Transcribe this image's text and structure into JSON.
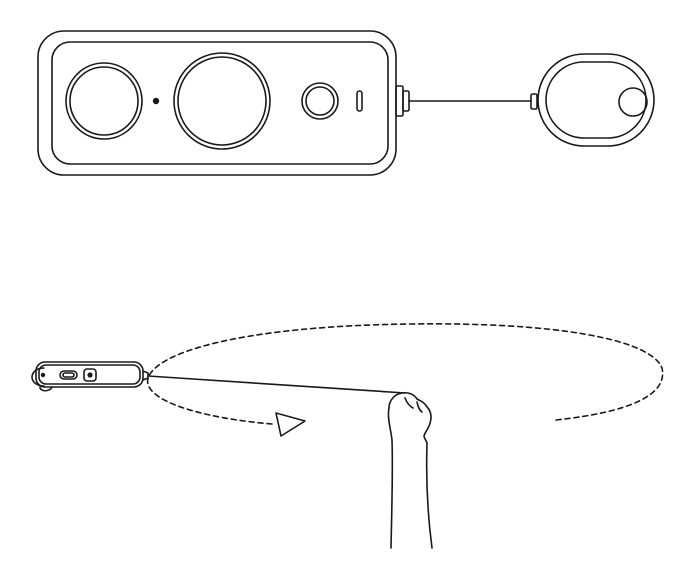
{
  "figure": {
    "panels": [
      {
        "id": "top",
        "depicts": "camera-front-with-tethered-remote"
      },
      {
        "id": "bottom",
        "depicts": "camera-swung-in-circle-on-lanyard"
      }
    ]
  },
  "colors": {
    "line": "#1a1a1a",
    "background": "#ffffff",
    "arrow_fill": "#ffffff"
  },
  "icons": {
    "camera": "camera-icon",
    "remote": "remote-control-icon",
    "hand": "fist-icon",
    "arrow": "direction-arrow-icon"
  }
}
